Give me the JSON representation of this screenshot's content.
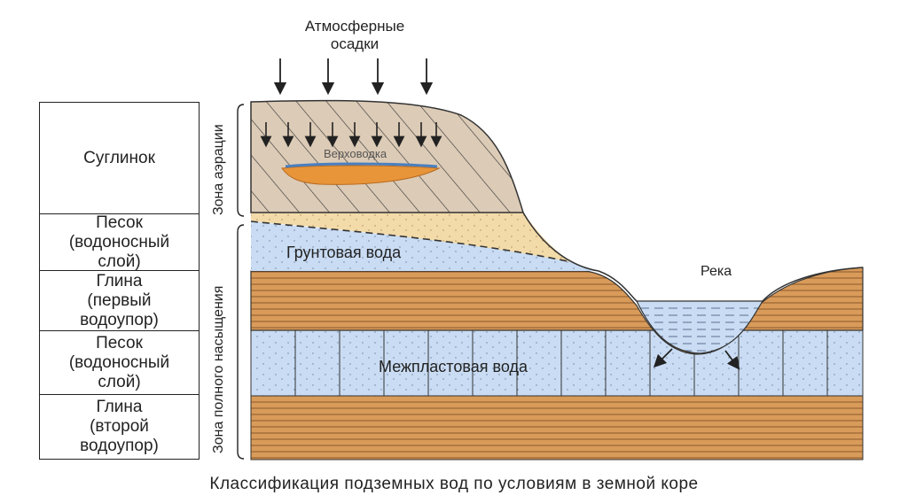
{
  "precipitation": {
    "label": "Атмосферные\nосадки"
  },
  "legend": [
    {
      "label": "Суглинок"
    },
    {
      "label": "Песок\n(водоносный\nслой)"
    },
    {
      "label": "Глина\n(первый\nводоупор)"
    },
    {
      "label": "Песок\n(водоносный\nслой)"
    },
    {
      "label": "Глина\n(второй\nводоупор)"
    }
  ],
  "zones": {
    "aeration": "Зона аэрации",
    "saturation": "Зона полного насыщения"
  },
  "labels": {
    "perched": "Верховодка",
    "groundwater": "Грунтовая вода",
    "river": "Река",
    "interlayer": "Межпластовая вода"
  },
  "caption": "Классификация подземных вод по условиям в земной коре",
  "colors": {
    "loam": "#dccbb6",
    "sand": "#f3dba9",
    "water_blue": "#c9dcf3",
    "clay": "#d99b5a",
    "perched_orange": "#e8953a"
  }
}
